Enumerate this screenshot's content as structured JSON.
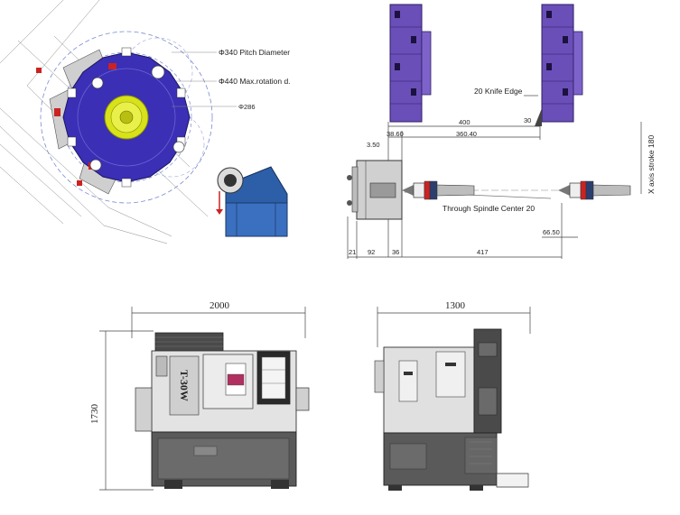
{
  "turret_view": {
    "pitch_diameter_label": "Φ340 Pitch Diameter",
    "max_rotation_label": "Φ440 Max.rotation d.",
    "small_dim_label": "Φ286"
  },
  "spindle_view": {
    "knife_edge_label": "20 Knife Edge",
    "dim_400": "400",
    "dim_30": "30",
    "dim_38_60": "38.60",
    "dim_360_40": "360.40",
    "dim_3_50": "3.50",
    "x_axis_stroke_label": "X axis stroke 180",
    "through_spindle_label": "Through Spindle Center 20",
    "dim_66_50": "66.50",
    "dim_21": "21",
    "dim_92": "92",
    "dim_36": "36",
    "dim_417": "417"
  },
  "front_view": {
    "width_label": "2000",
    "height_label": "1730",
    "model_badge": "T-30W"
  },
  "side_view": {
    "depth_label": "1300"
  },
  "colors": {
    "turret_blue": "#3a2fb5",
    "hub_yellow": "#d8e21a",
    "tool_block_purple": "#6a4fb8",
    "motor_blue": "#2d5fa8",
    "machine_grey": "#d9d9d9",
    "base_dark": "#4a4a4a",
    "tail_red": "#cc2222"
  }
}
